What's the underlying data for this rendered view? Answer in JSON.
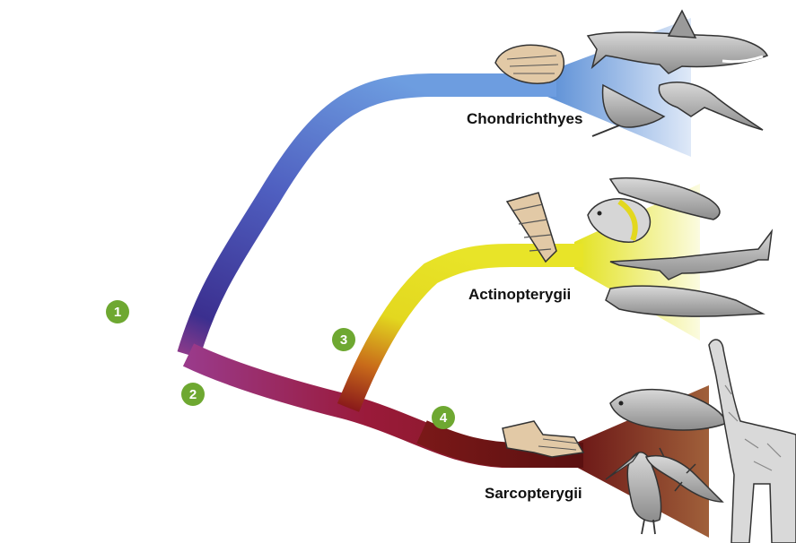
{
  "clades": {
    "chondrichthyes": {
      "label": "Chondrichthyes",
      "color": "#5b8fd6"
    },
    "actinopterygii": {
      "label": "Actinopterygii",
      "color": "#e3e21f"
    },
    "sarcopterygii": {
      "label": "Sarcopterygii",
      "color": "#6b1616"
    }
  },
  "nodes": [
    {
      "number": "1"
    },
    {
      "number": "2"
    },
    {
      "number": "3"
    },
    {
      "number": "4"
    }
  ],
  "node_color": "#6ea831",
  "stem_color": "#8a3a8a",
  "icons": {
    "chondrichthyes": [
      "fossil-tooth-icon",
      "shark-icon",
      "ray-icon",
      "chimaera-icon"
    ],
    "actinopterygii": [
      "fossil-fin-icon",
      "butterflyfish-icon",
      "bichir-icon",
      "paddlefish-icon",
      "gar-icon"
    ],
    "sarcopterygii": [
      "fossil-fin-bones-icon",
      "coelacanth-icon",
      "pelican-icon",
      "lizard-icon",
      "giraffe-icon"
    ]
  }
}
